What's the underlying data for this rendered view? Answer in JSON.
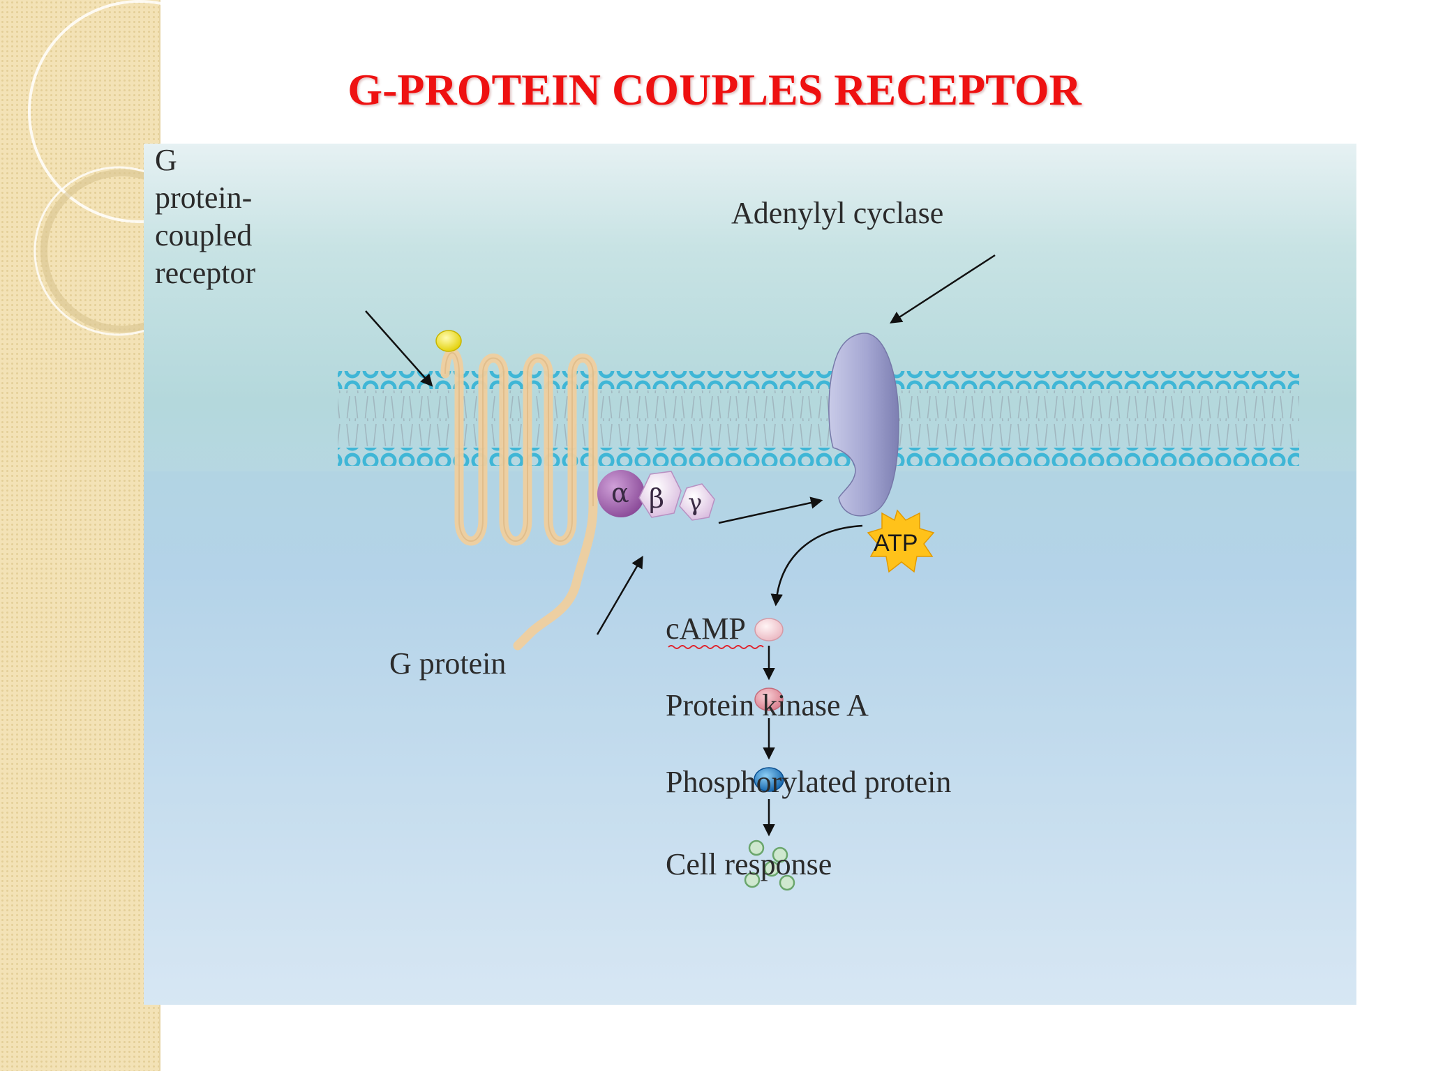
{
  "title": "G-PROTEIN COUPLES RECEPTOR",
  "labels": {
    "gpcr": [
      "G",
      "protein-",
      "coupled",
      "receptor"
    ],
    "adenylyl_cyclase": "Adenylyl cyclase",
    "g_protein": "G protein",
    "alpha": "α",
    "beta": "β",
    "gamma": "γ",
    "atp": "ATP",
    "camp": "cAMP",
    "pka": "Protein kinase A",
    "phospho": "Phosphorylated protein",
    "cell_response": "Cell response"
  },
  "colors": {
    "title": "#ee1111",
    "strip": "#f3e2b6",
    "membrane_beads": "#3fb6d6",
    "receptor": "#efcf9e",
    "ligand": "#f0e21c",
    "adenylyl_cyclase": "#9a9cc8",
    "g_alpha": "#9a5aa6",
    "g_beta_gamma": "#e2c4e6",
    "atp_star": "#ffc21a",
    "camp": "#f7d6dc",
    "pka": "#e89aa8",
    "phospho": "#1a7ac8",
    "cell_response": "#8cc48e"
  }
}
